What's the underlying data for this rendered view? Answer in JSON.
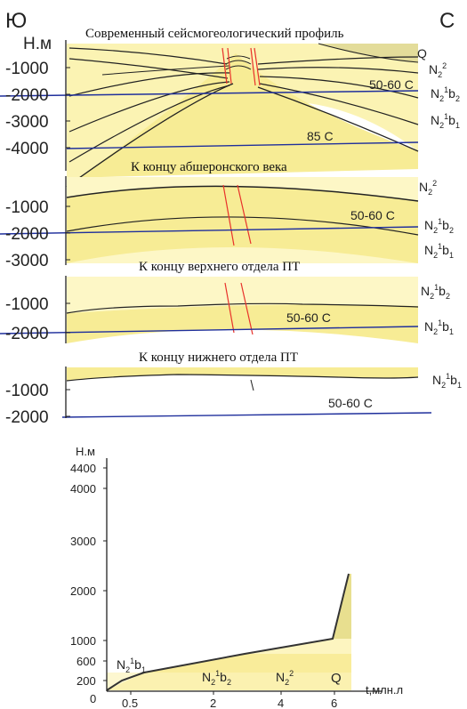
{
  "colors": {
    "fill_light": "#fdf7c6",
    "fill_mid": "#f9ef9c",
    "fill_dark": "#e8df8f",
    "isotherm": "#1f2f9c",
    "fault": "#e8322b",
    "line": "#222222"
  },
  "panel1": {
    "direction_left": "Ю",
    "direction_right": "С",
    "axis_unit": "Н.м",
    "title": "Современный сейсмогеологический профиль",
    "ticks": [
      "-1000",
      "-2000",
      "-3000",
      "-4000"
    ],
    "layer_q": "Q",
    "layer_n2_base": "N",
    "layer_n2_sub": "2",
    "layer_n2_sup": "2",
    "layer_b2_base": "N",
    "layer_b2_sub": "2",
    "layer_b2_sup": "1",
    "layer_b2_b": "b",
    "layer_b2_bsub": "2",
    "layer_b1_base": "N",
    "layer_b1_sub": "2",
    "layer_b1_sup": "1",
    "layer_b1_b": "b",
    "layer_b1_bsub": "1",
    "isotherm_1": "50-60 С",
    "isotherm_2": "85 С"
  },
  "panel2": {
    "title": "К концу абшеронского века",
    "ticks": [
      "-1000",
      "-2000",
      "-3000"
    ],
    "layer_n2_base": "N",
    "layer_n2_sub": "2",
    "layer_n2_sup": "2",
    "layer_b2_base": "N",
    "layer_b2_sub": "2",
    "layer_b2_sup": "1",
    "layer_b2_b": "b",
    "layer_b2_bsub": "2",
    "layer_b1_base": "N",
    "layer_b1_sub": "2",
    "layer_b1_sup": "1",
    "layer_b1_b": "b",
    "layer_b1_bsub": "1",
    "isotherm_1": "50-60 С"
  },
  "panel3": {
    "title": "К концу верхнего отдела ПТ",
    "ticks": [
      "-1000",
      "-2000"
    ],
    "layer_b2_base": "N",
    "layer_b2_sub": "2",
    "layer_b2_sup": "1",
    "layer_b2_b": "b",
    "layer_b2_bsub": "2",
    "layer_b1_base": "N",
    "layer_b1_sub": "2",
    "layer_b1_sup": "1",
    "layer_b1_b": "b",
    "layer_b1_bsub": "1",
    "isotherm_1": "50-60 С"
  },
  "panel4": {
    "title": "К концу нижнего отдела ПТ",
    "ticks": [
      "-1000",
      "-2000"
    ],
    "layer_b1_base": "N",
    "layer_b1_sub": "2",
    "layer_b1_sup": "1",
    "layer_b1_b": "b",
    "layer_b1_bsub": "1",
    "isotherm_1": "50-60 С"
  },
  "burial_chart": {
    "y_unit": "Н.м",
    "x_unit": "t,млн.л",
    "y_ticks": [
      "4400",
      "4000",
      "3000",
      "2000",
      "1000",
      "600",
      "200",
      "0"
    ],
    "x_ticks": [
      "0.5",
      "2",
      "4",
      "6"
    ],
    "label_b1_base": "N",
    "label_b1_sub": "2",
    "label_b1_sup": "1",
    "label_b1_b": "b",
    "label_b1_bsub": "1",
    "label_b2_base": "N",
    "label_b2_sub": "2",
    "label_b2_sup": "1",
    "label_b2_b": "b",
    "label_b2_bsub": "2",
    "label_n2_base": "N",
    "label_n2_sub": "2",
    "label_n2_sup": "2",
    "label_q": "Q"
  }
}
